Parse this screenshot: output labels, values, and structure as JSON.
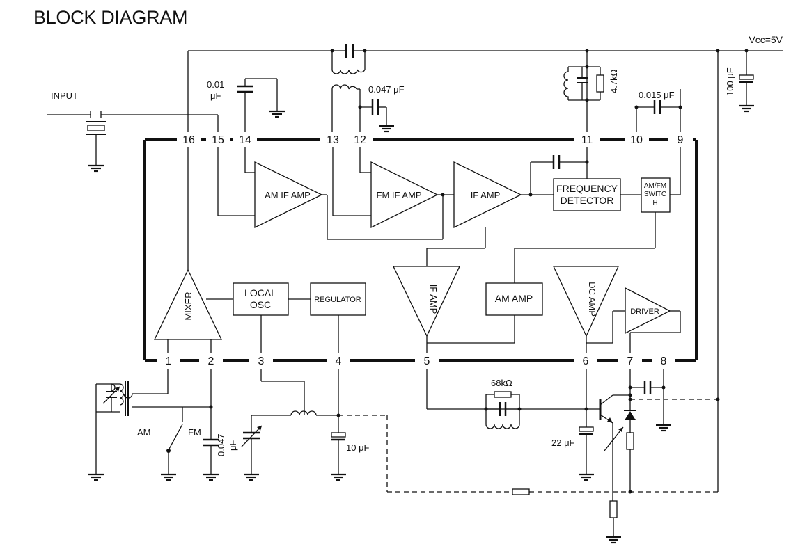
{
  "title": "BLOCK DIAGRAM",
  "supply": "Vcc=5V",
  "labels": {
    "input": "INPUT",
    "am": "AM",
    "fm": "FM",
    "c_001_top": "0.01",
    "c_001_unit": "μF",
    "c_0047_top": "0.047 μF",
    "c_0015": "0.015 μF",
    "r_47k": "4.7kΩ",
    "c_100u": "100 μF",
    "r_68k": "68kΩ",
    "c_22u": "22 μF",
    "c_10u": "10 μF",
    "c_0047_bottom": "0.047",
    "c_0047_bottom_unit": "μF"
  },
  "pins_top": [
    "16",
    "15",
    "14",
    "13",
    "12",
    "11",
    "10",
    "9"
  ],
  "pins_bottom": [
    "1",
    "2",
    "3",
    "4",
    "5",
    "6",
    "7",
    "8"
  ],
  "blocks": {
    "am_if_amp": "AM IF AMP",
    "fm_if_amp": "FM IF AMP",
    "if_amp_top": "IF AMP",
    "freq_det_1": "FREQUENCY",
    "freq_det_2": "DETECTOR",
    "amfm_1": "AM/FM",
    "amfm_2": "SWITC",
    "amfm_3": "H",
    "mixer": "MIXER",
    "local_osc_1": "LOCAL",
    "local_osc_2": "OSC",
    "regulator": "REGULATOR",
    "if_amp_bottom": "IF AMP",
    "am_amp": "AM AMP",
    "dc_amp": "DC AMP",
    "driver": "DRIVER"
  }
}
